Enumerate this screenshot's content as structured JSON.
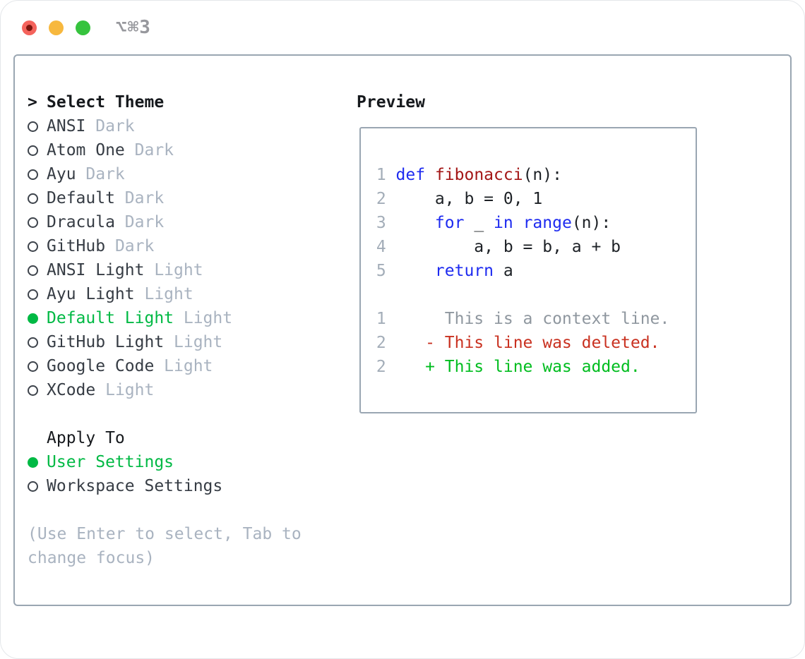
{
  "titlebar": {
    "title": "⌥⌘3"
  },
  "theme_section": {
    "prompt": ">",
    "header": "Select Theme",
    "items": [
      {
        "label": "ANSI",
        "tag": "Dark",
        "selected": false
      },
      {
        "label": "Atom One",
        "tag": "Dark",
        "selected": false
      },
      {
        "label": "Ayu",
        "tag": "Dark",
        "selected": false
      },
      {
        "label": "Default",
        "tag": "Dark",
        "selected": false
      },
      {
        "label": "Dracula",
        "tag": "Dark",
        "selected": false
      },
      {
        "label": "GitHub",
        "tag": "Dark",
        "selected": false
      },
      {
        "label": "ANSI Light",
        "tag": "Light",
        "selected": false
      },
      {
        "label": "Ayu Light",
        "tag": "Light",
        "selected": false
      },
      {
        "label": "Default Light",
        "tag": "Light",
        "selected": true
      },
      {
        "label": "GitHub Light",
        "tag": "Light",
        "selected": false
      },
      {
        "label": "Google Code",
        "tag": "Light",
        "selected": false
      },
      {
        "label": "XCode",
        "tag": "Light",
        "selected": false
      }
    ]
  },
  "apply_section": {
    "header": "Apply To",
    "items": [
      {
        "label": "User Settings",
        "selected": true
      },
      {
        "label": "Workspace Settings",
        "selected": false
      }
    ]
  },
  "hint": {
    "line1": "(Use Enter to select, Tab to",
    "line2": "change focus)"
  },
  "preview": {
    "header": "Preview",
    "lines": [
      {
        "num": "1",
        "seg": [
          [
            "kw",
            "def"
          ],
          [
            "pl",
            " "
          ],
          [
            "fn",
            "fibonacci"
          ],
          [
            "pl",
            "(n):"
          ]
        ]
      },
      {
        "num": "2",
        "seg": [
          [
            "pl",
            "    a, b = 0, 1"
          ]
        ]
      },
      {
        "num": "3",
        "seg": [
          [
            "pl",
            "    "
          ],
          [
            "kw",
            "for"
          ],
          [
            "pl",
            " _ "
          ],
          [
            "kw",
            "in"
          ],
          [
            "pl",
            " "
          ],
          [
            "kw",
            "range"
          ],
          [
            "pl",
            "(n):"
          ]
        ]
      },
      {
        "num": "4",
        "seg": [
          [
            "pl",
            "        a, b = b, a + b"
          ]
        ]
      },
      {
        "num": "5",
        "seg": [
          [
            "pl",
            "    "
          ],
          [
            "kw",
            "return"
          ],
          [
            "pl",
            " a"
          ]
        ]
      },
      {
        "num": "",
        "seg": []
      },
      {
        "num": "1",
        "seg": [
          [
            "ctx",
            "     This is a context line."
          ]
        ]
      },
      {
        "num": "2",
        "seg": [
          [
            "del",
            "   - This line was deleted."
          ]
        ]
      },
      {
        "num": "2",
        "seg": [
          [
            "add",
            "   + This line was added."
          ]
        ]
      }
    ]
  },
  "colors": {
    "accent_green": "#00b944",
    "keyword_blue": "#1e2bf0",
    "function_red": "#a31616",
    "diff_deleted_red": "#c93120",
    "diff_added_green": "#00bd1f",
    "muted_gray": "#a9b3c0",
    "panel_border": "#9aa6b2",
    "traffic_red": "#f4635c",
    "traffic_yellow": "#f7b83e",
    "traffic_green": "#36c33e"
  }
}
